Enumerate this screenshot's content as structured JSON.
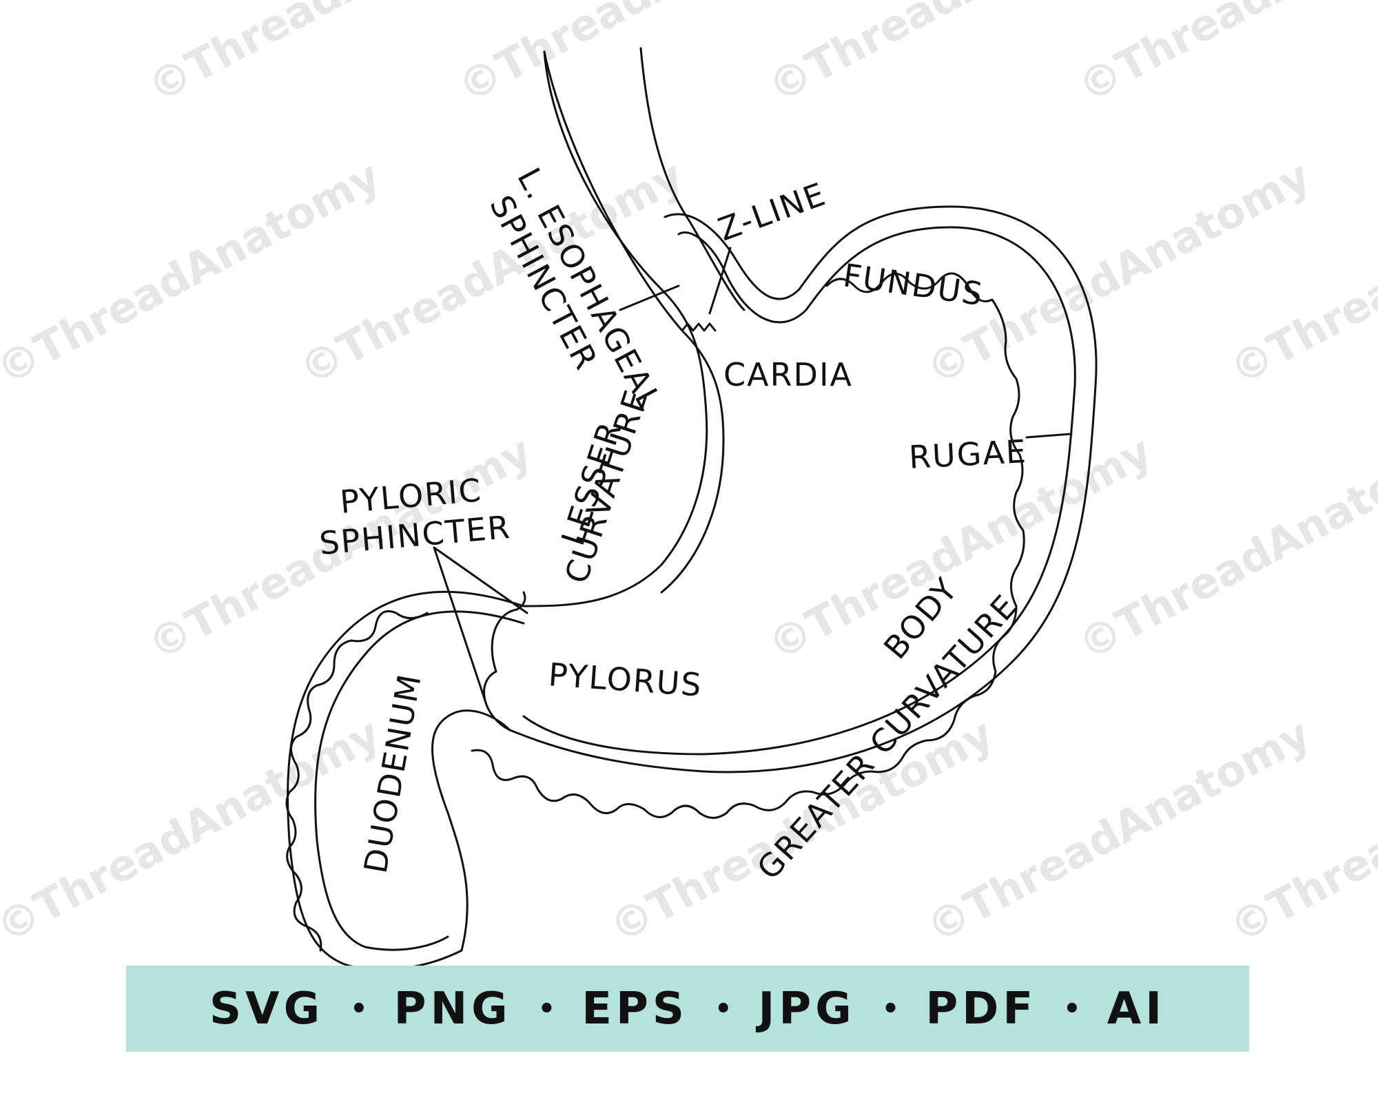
{
  "watermark": "©ThreadAnatomy",
  "labels": {
    "z_line": "Z-LINE",
    "fundus": "FUNDUS",
    "l_esophageal": "L. ESOPHAGEAL",
    "sphincter_top": "SPHINCTER",
    "cardia": "CARDIA",
    "rugae": "RUGAE",
    "pyloric": "PYLORIC",
    "sphincter_pyloric": "SPHINCTER",
    "lesser": "LESSER",
    "curvature_lesser": "CURVATURE",
    "body": "BODY",
    "pylorus": "PYLORUS",
    "duodenum": "DUODENUM",
    "greater_curvature": "GREATER CURVATURE"
  },
  "formats": [
    "SVG",
    "PNG",
    "EPS",
    "JPG",
    "PDF",
    "AI"
  ],
  "colors": {
    "banner": "#b5e2da",
    "ink": "#111111",
    "watermark": "#e6e6e6"
  }
}
